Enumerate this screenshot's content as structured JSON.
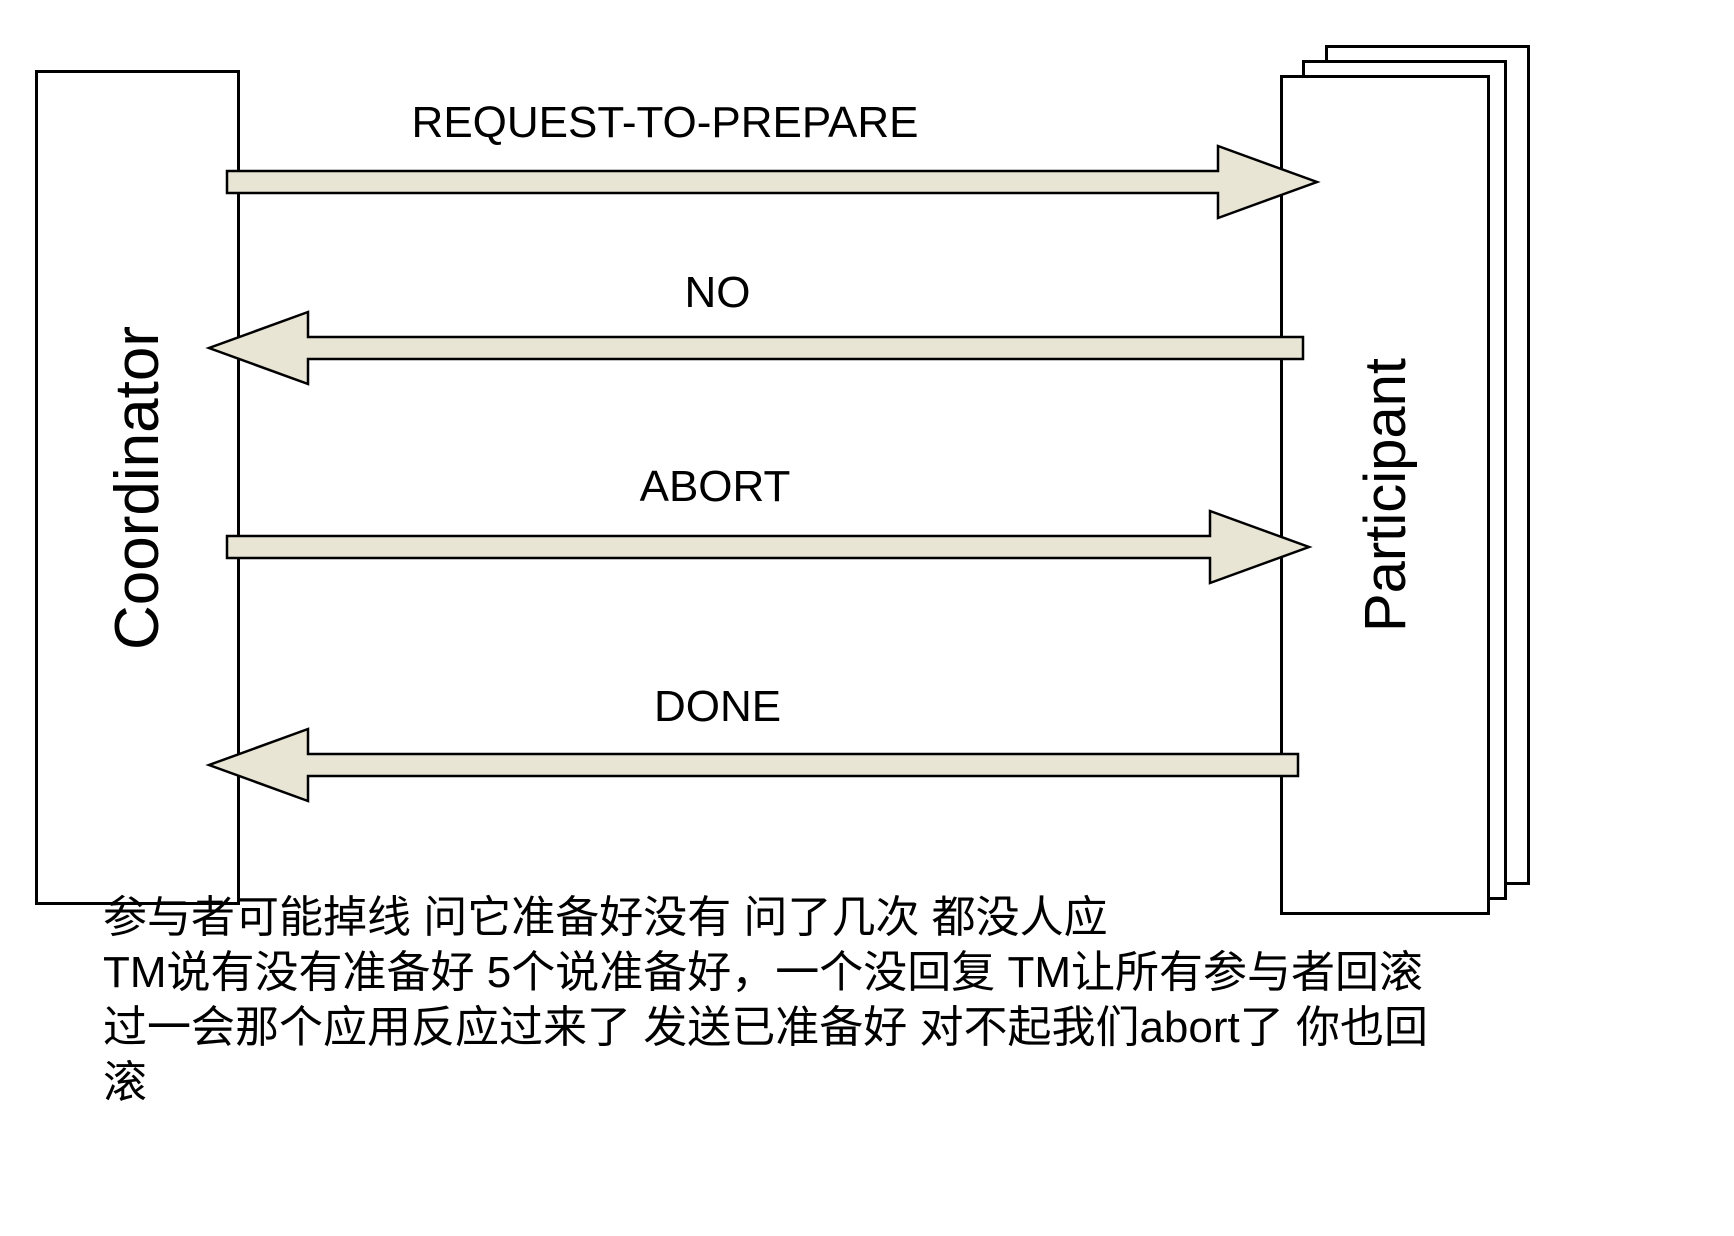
{
  "diagram": {
    "left_entity": "Coordinator",
    "right_entity": "Participant",
    "messages": [
      {
        "label": "REQUEST-TO-PREPARE",
        "direction": "right"
      },
      {
        "label": "NO",
        "direction": "left"
      },
      {
        "label": "ABORT",
        "direction": "right"
      },
      {
        "label": "DONE",
        "direction": "left"
      }
    ],
    "notes": [
      "参与者可能掉线 问它准备好没有 问了几次 都没人应",
      "TM说有没有准备好 5个说准备好，一个没回复 TM让所有参与者回滚",
      "过一会那个应用反应过来了 发送已准备好 对不起我们abort了 你也回",
      "滚"
    ]
  },
  "colors": {
    "arrow-fill": "#E8E5D5",
    "box-fill": "#FFFFFF",
    "stroke": "#000000",
    "background": "#FFFFFF",
    "text": "#000000"
  }
}
